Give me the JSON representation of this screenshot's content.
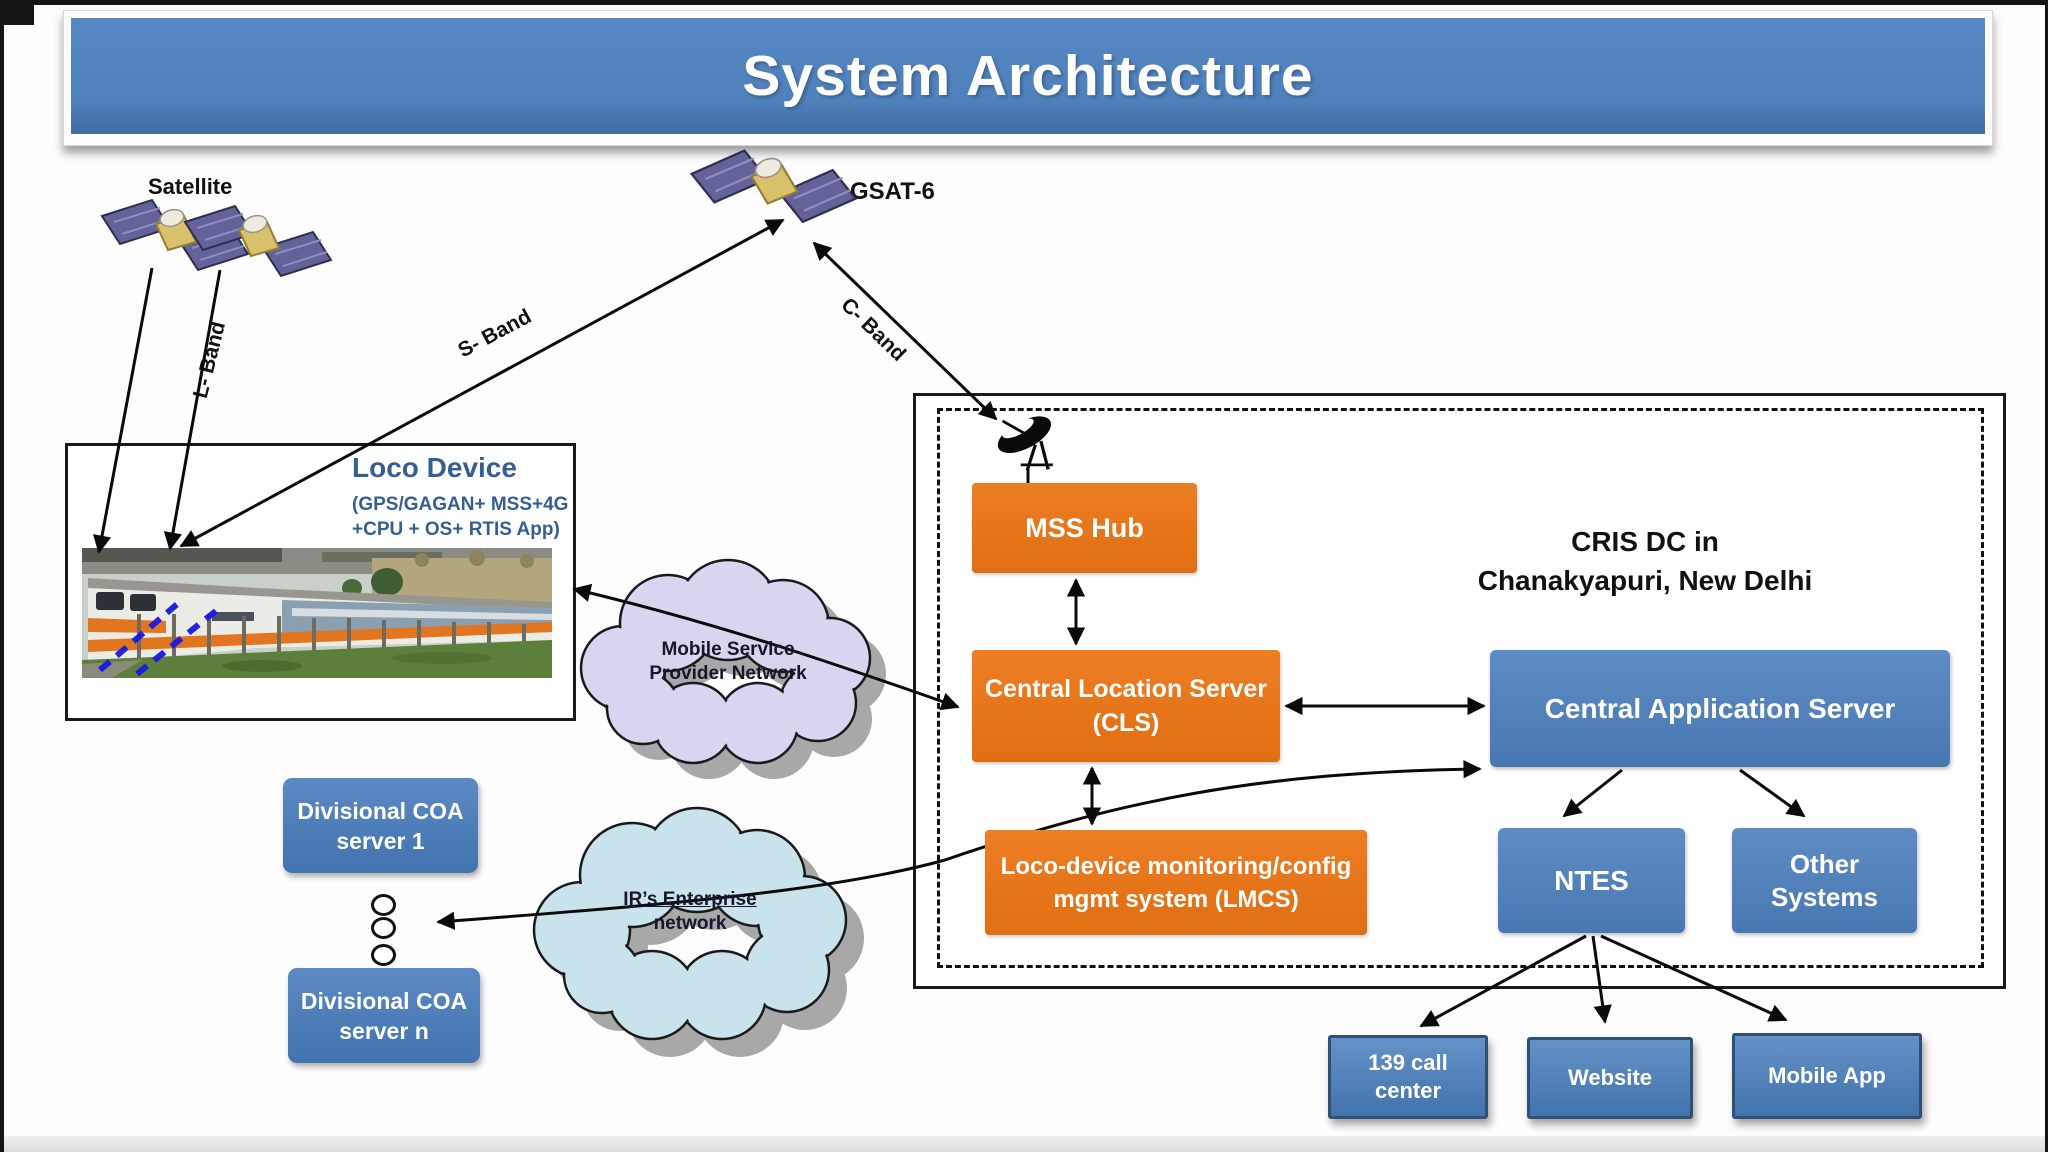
{
  "page": {
    "title": "System Architecture"
  },
  "space": {
    "satellite_label": "Satellite",
    "gsat_label": "GSAT-6",
    "l_band": "L- Band",
    "s_band": "S- Band",
    "c_band": "C- Band"
  },
  "loco_device": {
    "title": "Loco Device",
    "subtitle_line1": "(GPS/GAGAN+ MSS+4G",
    "subtitle_line2": "+CPU + OS+ RTIS App)"
  },
  "clouds": {
    "mobile_line1": "Mobile Service",
    "mobile_line2": "Provider Network",
    "enterprise_line1": "IR’s Enterprise",
    "enterprise_line2": "network"
  },
  "cris_dc": {
    "line1": "CRIS DC in",
    "line2": "Chanakyapuri, New Delhi"
  },
  "servers": {
    "mss_hub": "MSS Hub",
    "cls_line1": "Central Location Server",
    "cls_line2": "(CLS)",
    "lmcs_line1": "Loco-device monitoring/config",
    "lmcs_line2": "mgmt system (LMCS)",
    "cas": "Central Application Server",
    "ntes": "NTES",
    "other_line1": "Other",
    "other_line2": "Systems"
  },
  "channels": {
    "call_center_line1": "139 call",
    "call_center_line2": "center",
    "website": "Website",
    "mobile_app": "Mobile App"
  },
  "coa": {
    "server1_line1": "Divisional COA",
    "server1_line2": "server 1",
    "servern_line1": "Divisional COA",
    "servern_line2": "server n"
  },
  "colors": {
    "accent_orange": "#E8751C",
    "accent_blue": "#4E81BD",
    "banner_blue": "#4E80BC",
    "cloud_purple": "#D9D4F0",
    "cloud_blue": "#C9E3ED",
    "loco_text_blue": "#365F91"
  }
}
